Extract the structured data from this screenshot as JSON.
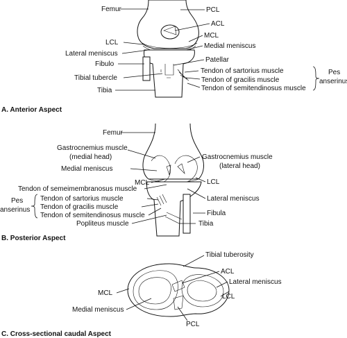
{
  "panels": {
    "anterior": {
      "caption": "A. Anterior Aspect",
      "labels": {
        "femur": "Femur",
        "pcl": "PCL",
        "acl": "ACL",
        "lcl": "LCL",
        "mcl": "MCL",
        "lateral_meniscus": "Lateral meniscus",
        "medial_meniscus": "Medial meniscus",
        "fibulo": "Fibulo",
        "patellar": "Patellar",
        "tibial_tubercle": "Tibial tubercle",
        "tibia": "Tibia",
        "sartorius": "Tendon of sartorius muscle",
        "gracilis": "Tendon of gracilis muscle",
        "semitendinosus": "Tendon of semitendinosus muscle",
        "pes_1": "Pes",
        "pes_2": "anserinus"
      }
    },
    "posterior": {
      "caption": "B. Posterior Aspect",
      "labels": {
        "femur": "Femur",
        "gastro_medial_1": "Gastrocnemius muscle",
        "gastro_medial_2": "(medial head)",
        "gastro_lateral_1": "Gastrocnemius muscle",
        "gastro_lateral_2": "(lateral head)",
        "medial_meniscus": "Medial meniscus",
        "mcl": "MCL",
        "lcl": "LCL",
        "semimembranosus": "Tendon of semeimembranosus muscle",
        "lateral_meniscus": "Lateral meniscus",
        "pes_1": "Pes",
        "pes_2": "anserinus",
        "sartorius": "Tendon of sartorius muscle",
        "gracilis": "Tendon of gracilis muscle",
        "semitendinosus": "Tendon of semitendinosus muscle",
        "fibula": "Fibula",
        "popliteus": "Popliteus muscle",
        "tibia": "Tibia"
      }
    },
    "caudal": {
      "caption": "C. Cross-sectional caudal Aspect",
      "labels": {
        "tibial_tuberosity": "Tibial tuberosity",
        "acl": "ACL",
        "lateral_meniscus": "Lateral meniscus",
        "mcl": "MCL",
        "lcl": "LCL",
        "medial_meniscus": "Medial meniscus",
        "pcl": "PCL"
      }
    }
  }
}
